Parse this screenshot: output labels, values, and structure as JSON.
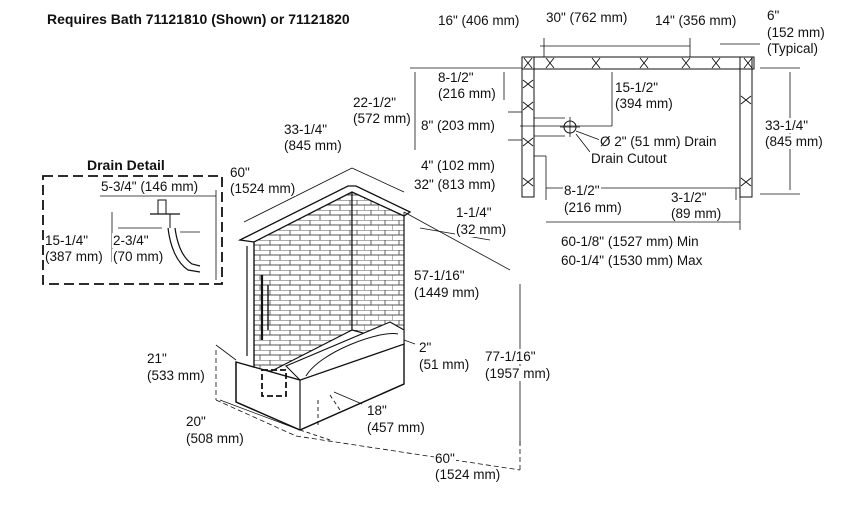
{
  "title": "Requires Bath 71121810 (Shown) or 71121820",
  "drain_detail": {
    "title": "Drain Detail",
    "d1": "5-3/4\" (146 mm)",
    "d2a": "15-1/4\"",
    "d2b": "(387 mm)",
    "d3a": "2-3/4\"",
    "d3b": "(70 mm)"
  },
  "plan": {
    "top16": "16\" (406 mm)",
    "top30": "30\" (762 mm)",
    "top14": "14\" (356 mm)",
    "six_a": "6\"",
    "six_b": "(152 mm)",
    "six_c": "(Typical)",
    "a85_a": "8-1/2\"",
    "a85_b": "(216 mm)",
    "a155_a": "15-1/2\"",
    "a155_b": "(394 mm)",
    "a8": "8\" (203 mm)",
    "drain1": "Ø 2\" (51 mm) Drain",
    "drain2": "Drain Cutout",
    "r33_a": "33-1/4\"",
    "r33_b": "(845 mm)",
    "b85_a": "8-1/2\"",
    "b85_b": "(216 mm)",
    "b35_a": "3-1/2\"",
    "b35_b": "(89 mm)",
    "w_min": "60-1/8\" (1527 mm) Min",
    "w_max": "60-1/4\" (1530 mm) Max"
  },
  "iso": {
    "l225_a": "22-1/2\"",
    "l225_b": "(572 mm)",
    "l3325_a": "33-1/4\"",
    "l3325_b": "(845 mm)",
    "l4": "4\" (102 mm)",
    "l32": "32\" (813 mm)",
    "l60_a": "60\"",
    "l60_b": "(1524 mm)",
    "l125_a": "1-1/4\"",
    "l125_b": "(32 mm)",
    "l5716_a": "57-1/16\"",
    "l5716_b": "(1449 mm)",
    "l2_a": "2\"",
    "l2_b": "(51 mm)",
    "l7716_a": "77-1/16\"",
    "l7716_b": "(1957 mm)",
    "l21_a": "21\"",
    "l21_b": "(533 mm)",
    "l20_a": "20\"",
    "l20_b": "(508 mm)",
    "l18_a": "18\"",
    "l18_b": "(457 mm)",
    "l60b_a": "60\"",
    "l60b_b": "(1524 mm)"
  }
}
